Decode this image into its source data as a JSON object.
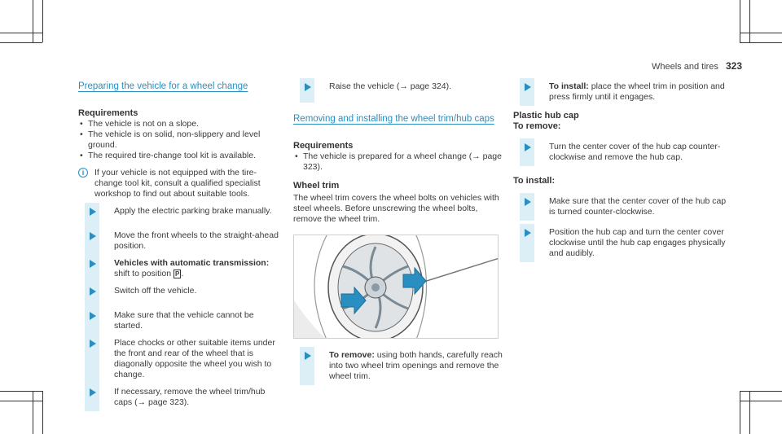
{
  "header": {
    "section": "Wheels and tires",
    "page": "323"
  },
  "col1": {
    "heading": "Preparing the vehicle for a wheel change",
    "req_title": "Requirements",
    "req_items": [
      "The vehicle is not on a slope.",
      "The vehicle is on solid, non-slippery and level ground.",
      "The required tire-change tool kit is available."
    ],
    "note": "If your vehicle is not equipped with the tire-change tool kit, consult a qualified specialist workshop to find out about suitable tools.",
    "steps": [
      {
        "bold": "",
        "text": "Apply the electric parking brake manually."
      },
      {
        "bold": "",
        "text": "Move the front wheels to the straight-ahead position."
      },
      {
        "bold": "Vehicles with automatic transmission:",
        "text": " shift to position "
      },
      {
        "bold": "",
        "text": "Switch off the vehicle."
      },
      {
        "bold": "",
        "text": "Make sure that the vehicle cannot be started."
      },
      {
        "bold": "",
        "text": "Place chocks or other suitable items under the front and rear of the wheel that is diagonally opposite the wheel you wish to change."
      },
      {
        "bold": "",
        "text": "If necessary, remove the wheel trim/hub caps (→ page 323)."
      }
    ],
    "gear_p": "P"
  },
  "col2": {
    "step_top": "Raise the vehicle (→ page 324).",
    "heading": "Removing and installing the wheel trim/hub caps",
    "req_title": "Requirements",
    "req_items": [
      "The vehicle is prepared for a wheel change (→ page 323)."
    ],
    "trim_title": "Wheel trim",
    "trim_text": "The wheel trim covers the wheel bolts on vehicles with steel wheels. Before unscrewing the wheel bolts, remove the wheel trim.",
    "step_remove_bold": "To remove:",
    "step_remove_text": " using both hands, carefully reach into two wheel trim openings and remove the wheel trim."
  },
  "col3": {
    "step_install_bold": "To install:",
    "step_install_text": " place the wheel trim in position and press firmly until it engages.",
    "hub_title": "Plastic hub cap",
    "remove_title": "To remove:",
    "remove_step": "Turn the center cover of the hub cap counter-clockwise and remove the hub cap.",
    "install_title": "To install:",
    "install_steps": [
      "Make sure that the center cover of the hub cap is turned counter-clockwise.",
      "Position the hub cap and turn the center cover clockwise until the hub cap engages physically and audibly."
    ]
  },
  "icons": {
    "note": "info-icon",
    "step": "arrow-right-icon"
  },
  "colors": {
    "accent": "#2a8fc0",
    "step_bar": "#dceff7"
  }
}
